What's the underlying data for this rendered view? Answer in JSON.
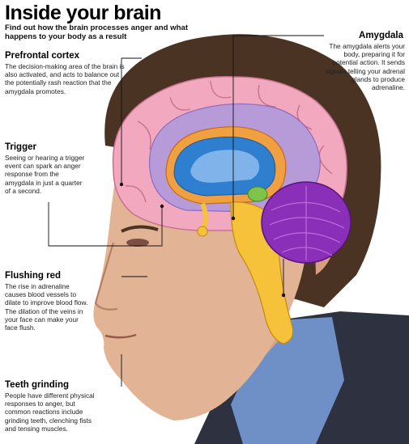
{
  "title": "Inside your brain",
  "subtitle": "Find out how the brain processes anger and what happens to your body as a result",
  "callouts": {
    "prefrontal": {
      "heading": "Prefrontal cortex",
      "text": "The decision-making area of the brain is also activated, and acts to balance out the potentially rash reaction that the amygdala promotes."
    },
    "trigger": {
      "heading": "Trigger",
      "text": "Seeing or hearing a trigger event can spark an anger response from the amygdala in just a quarter of a second."
    },
    "flushing": {
      "heading": "Flushing red",
      "text": "The rise in adrenaline causes blood vessels to dilate to improve blood flow. The dilation of the veins in your face can make your face flush."
    },
    "teeth": {
      "heading": "Teeth grinding",
      "text": "People have different physical responses to anger, but common reactions include grinding teeth, clenching fists and tensing muscles."
    },
    "amygdala": {
      "heading": "Amygdala",
      "text": "The amygdala alerts your body, preparing it for potential action. It sends signals telling your adrenal glands to produce adrenaline."
    }
  },
  "colors": {
    "cortex": "#f2a9c0",
    "inner": "#b79ad8",
    "ventricle": "#2f7fd0",
    "brainstem": "#f5c23a",
    "cerebellum": "#8a2fb8",
    "skin": "#e2b394",
    "hair": "#4a3322",
    "suit": "#2e3140",
    "shirt": "#6f90c6"
  }
}
